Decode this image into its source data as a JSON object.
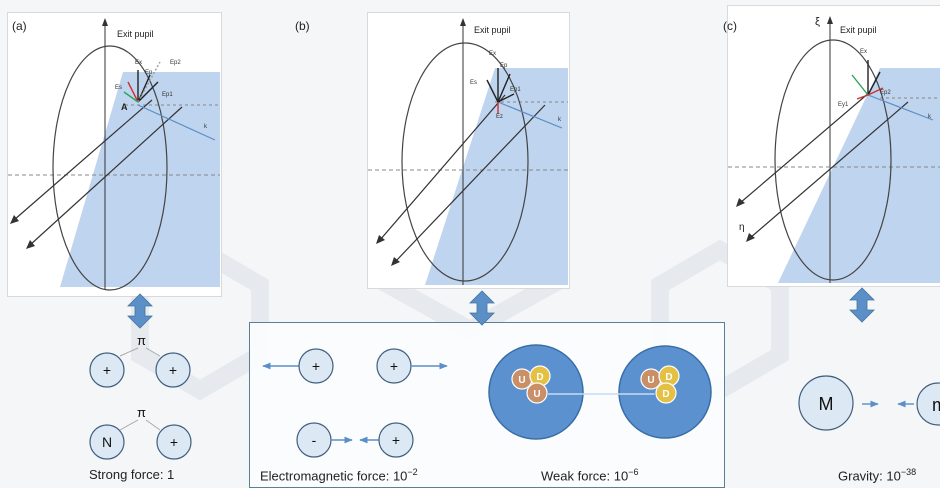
{
  "panels": {
    "a": {
      "letter": "(a)",
      "title": "Exit pupil",
      "labels": {
        "ex": "Ex",
        "ep": "Ep",
        "ep2": "Ep2",
        "es": "Es",
        "ep1": "Ep1",
        "point": "A",
        "k": "k"
      }
    },
    "b": {
      "letter": "(b)",
      "title": "Exit pupil",
      "labels": {
        "ex": "Ex",
        "ep": "Ep",
        "es": "Es",
        "ep1": "Ep1",
        "ez": "Ez",
        "k": "k"
      }
    },
    "c": {
      "letter": "(c)",
      "title": "Exit pupil",
      "labels": {
        "xi": "ξ",
        "eta": "η",
        "ex": "Ex",
        "ey1": "Ey1",
        "ep2": "Ep2",
        "k": "k"
      }
    }
  },
  "forces": {
    "strong": {
      "particles": [
        "+",
        "+",
        "N",
        "+"
      ],
      "exchange_symbol": "π",
      "caption_text": "Strong force: ",
      "caption_value": "1"
    },
    "electromagnetic": {
      "particles": [
        "+",
        "+",
        "-",
        "+"
      ],
      "caption_text": "Electromagnetic force: ",
      "caption_base": "10",
      "caption_exp": "−2"
    },
    "weak": {
      "quarks_left": [
        "U",
        "D",
        "U"
      ],
      "quarks_right": [
        "U",
        "D",
        "D"
      ],
      "caption_text": "Weak force: ",
      "caption_base": "10",
      "caption_exp": "−6"
    },
    "gravity": {
      "masses": [
        "M",
        "m"
      ],
      "caption_text": "Gravity: ",
      "caption_base": "10",
      "caption_exp": "−38"
    }
  },
  "colors": {
    "wedge": "#a9c6e8",
    "particle_fill": "#dce8f4",
    "particle_stroke": "#3f5e7d",
    "arrow": "#5b8fc7",
    "nucleus": "#5b91cf",
    "quark_u": "#c99068",
    "quark_d": "#e4c045"
  }
}
